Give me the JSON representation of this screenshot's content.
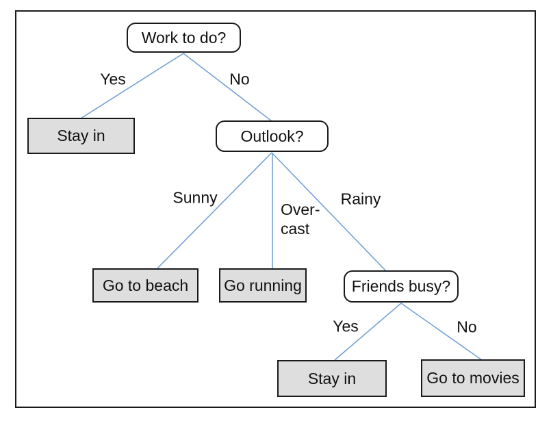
{
  "diagram": {
    "type": "decision-tree",
    "colors": {
      "edge_line": "#74a1d4",
      "leaf_fill": "#dedede",
      "decision_fill": "#ffffff",
      "border": "#1a1a1a",
      "background": "#ffffff",
      "text": "#111111"
    },
    "nodes": {
      "root": {
        "label": "Work to do?",
        "kind": "decision"
      },
      "stay_in_1": {
        "label": "Stay in",
        "kind": "leaf"
      },
      "outlook": {
        "label": "Outlook?",
        "kind": "decision"
      },
      "go_to_beach": {
        "label": "Go to beach",
        "kind": "leaf"
      },
      "go_running": {
        "label": "Go running",
        "kind": "leaf"
      },
      "friends_busy": {
        "label": "Friends busy?",
        "kind": "decision"
      },
      "stay_in_2": {
        "label": "Stay in",
        "kind": "leaf"
      },
      "go_to_movies": {
        "label": "Go to movies",
        "kind": "leaf"
      }
    },
    "edges": {
      "root_yes": {
        "from": "root",
        "to": "stay_in_1",
        "label": "Yes"
      },
      "root_no": {
        "from": "root",
        "to": "outlook",
        "label": "No"
      },
      "outlook_sunny": {
        "from": "outlook",
        "to": "go_to_beach",
        "label": "Sunny"
      },
      "outlook_overcast": {
        "from": "outlook",
        "to": "go_running",
        "label": "Over-\ncast"
      },
      "outlook_rainy": {
        "from": "outlook",
        "to": "friends_busy",
        "label": "Rainy"
      },
      "friends_yes": {
        "from": "friends_busy",
        "to": "stay_in_2",
        "label": "Yes"
      },
      "friends_no": {
        "from": "friends_busy",
        "to": "go_to_movies",
        "label": "No"
      }
    }
  }
}
